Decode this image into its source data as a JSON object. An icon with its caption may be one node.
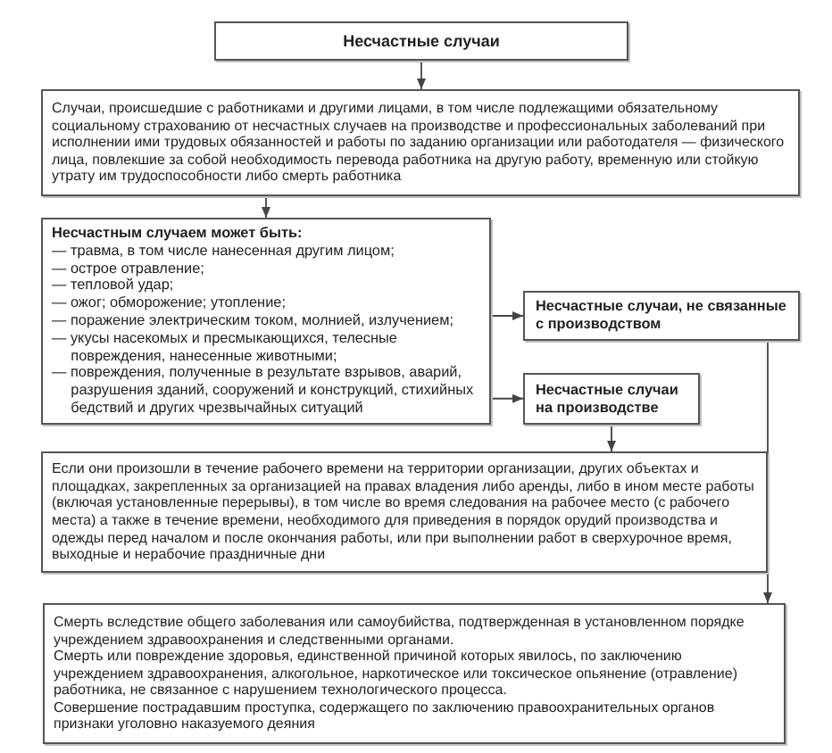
{
  "diagram": {
    "nodes": [
      {
        "text": [
          "Несчастные случаи"
        ]
      },
      {
        "text": [
          "Случаи, происшедшие с работниками и другими лицами, в том числе подлежащими обязательному социальному страхованию от несчастных случаев на производстве и профессиональных заболеваний при исполнении ими трудовых обязанностей и работы по заданию организации или работодателя — физического лица, повлекшие за собой необходимость перевода работника на другую работу, временную или стойкую утрату им трудоспособности либо смерть работника"
        ]
      },
      {
        "text": [
          "Несчастным случаем может быть:",
          "— травма, в том числе нанесенная другим лицом;",
          "— острое отравление;",
          "— тепловой удар;",
          "— ожог; обморожение; утопление;",
          "— поражение электрическим током, молнией, излучением;",
          "— укусы насекомых и пресмыкающихся, телесные повреждения, нанесенные животными;",
          "— повреждения, полученные в результате взрывов, аварий, разрушения зданий, сооружений и конструкций, стихийных бедствий и других чрезвычайных ситуаций"
        ]
      },
      {
        "text": [
          "Несчастные случаи, не связанные с производством"
        ]
      },
      {
        "text": [
          "Несчастные случаи на производстве"
        ]
      },
      {
        "text": [
          "Если они произошли в течение рабочего времени на территории организации, других объектах и площадках, закрепленных за организацией на правах владения либо аренды, либо в ином месте работы (включая установленные перерывы), в том числе во время следования на рабочее место (с рабочего места) а также в течение времени, необходимого для приведения в порядок орудий производства и одежды перед началом и после окончания работы, или при выполнении работ в сверхурочное время, выходные и нерабочие праздничные дни"
        ]
      },
      {
        "text": [
          "Смерть вследствие общего заболевания или самоубийства, подтвержденная в установленном порядке учреждением здравоохранения и следственными органами.",
          "Смерть или повреждение здоровья, единственной причиной которых явилось, по заключению учреждением здравоохранения, алкогольное, наркотическое или токсическое опьянение (отравление) работника, не связанное с нарушением технологического процесса.",
          "Совершение пострадавшим проступка, содержащего по заключению правоохранительных органов признаки уголовно наказуемого деяния"
        ]
      }
    ],
    "edges": [
      {
        "from": 0,
        "to": 1,
        "arrow": "to"
      },
      {
        "from": 1,
        "to": 2,
        "arrow": "to"
      },
      {
        "from": 2,
        "to": 3,
        "arrow": "to"
      },
      {
        "from": 2,
        "to": 4,
        "arrow": "to"
      },
      {
        "from": 4,
        "to": 5,
        "arrow": "to"
      },
      {
        "from": 3,
        "to": 6,
        "arrow": "to"
      }
    ]
  }
}
